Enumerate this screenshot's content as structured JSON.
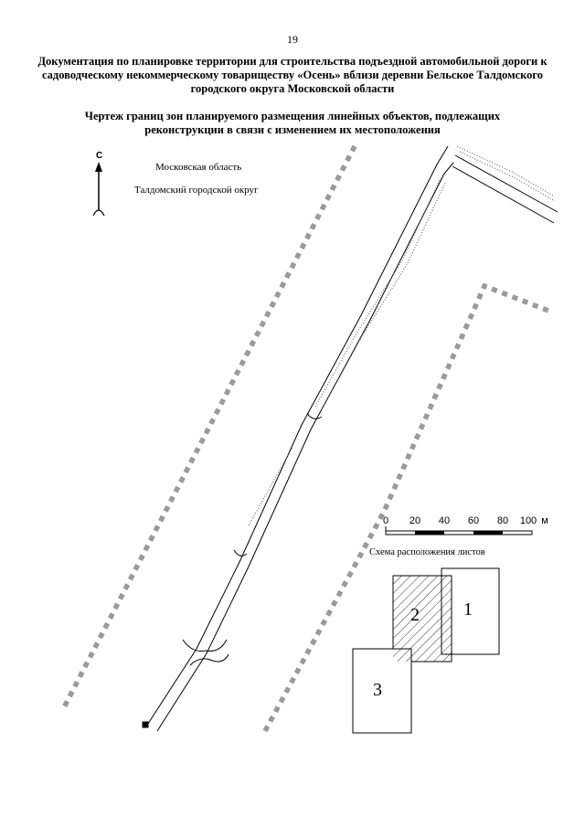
{
  "page": {
    "number": "19",
    "title": "Документация по планировке территории для строительства подъездной автомобильной дороги к садоводческому некоммерческому товариществу «Осень» вблизи деревни Бельское Талдомского городского округа Московской области",
    "subtitle": "Чертеж границ зон планируемого размещения линейных объектов, подлежащих реконструкции в связи с изменением их местоположения"
  },
  "map": {
    "compass_letter": "С",
    "labels": {
      "region": "Московская область",
      "district": "Талдомский городской округ"
    },
    "scale_bar": {
      "ticks": [
        "0",
        "20",
        "40",
        "60",
        "80",
        "100"
      ],
      "unit": "м"
    },
    "layout_scheme": {
      "title": "Схема расположения листов",
      "sheets": [
        {
          "number": "1",
          "highlighted": false
        },
        {
          "number": "2",
          "highlighted": true
        },
        {
          "number": "3",
          "highlighted": false
        }
      ]
    }
  },
  "colors": {
    "boundary_dash": "#9a9a9a",
    "road_line": "#000000",
    "hatch": "#000000"
  },
  "icons": [
    "north-arrow-icon"
  ]
}
